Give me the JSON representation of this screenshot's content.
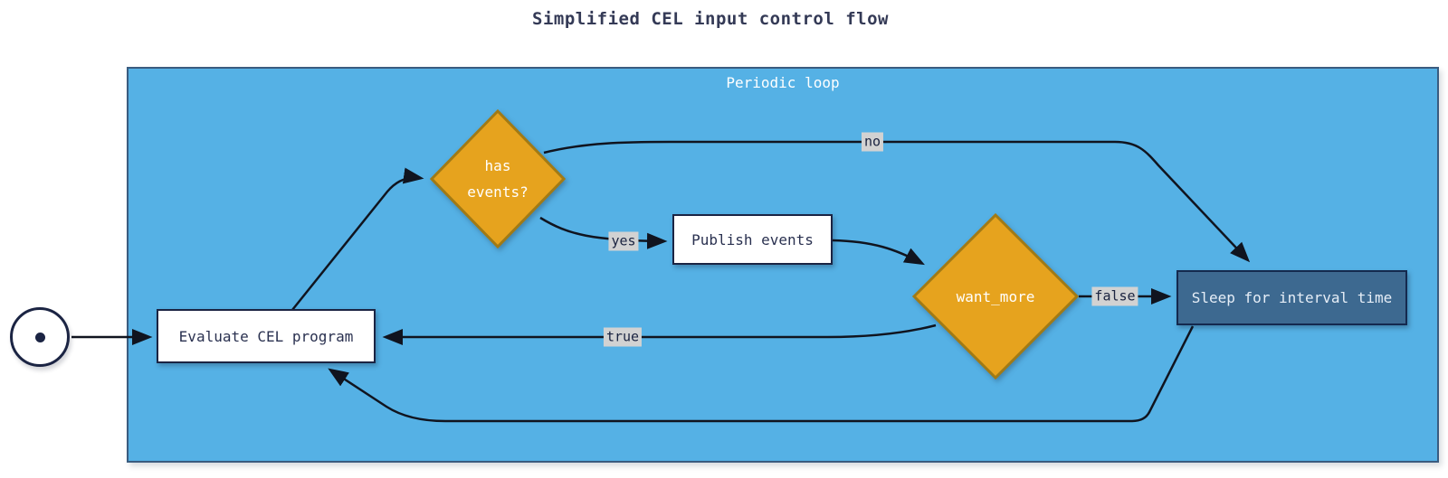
{
  "title": "Simplified CEL input control flow",
  "container": {
    "label": "Periodic loop"
  },
  "nodes": {
    "start": {
      "name": "start"
    },
    "evaluate": {
      "label": "Evaluate CEL program"
    },
    "has_events": {
      "line1": "has",
      "line2": "events?"
    },
    "publish": {
      "label": "Publish events"
    },
    "want_more": {
      "label": "want_more"
    },
    "sleep": {
      "label": "Sleep for interval time"
    }
  },
  "edge_labels": {
    "yes": "yes",
    "no": "no",
    "true": "true",
    "false": "false"
  },
  "colors": {
    "title-color": "#343A56",
    "container-fill": "#55B1E5",
    "container-border": "#3A5C80",
    "container-label": "#FFFFFF",
    "diamond-fill": "#E6A31E",
    "diamond-border": "#A17A15",
    "diamond-text": "#FFFFFF",
    "box-fill": "#FFFFFF",
    "box-border": "#1B2443",
    "box-text": "#2A3150",
    "sleep-fill": "#3D6990",
    "sleep-border": "#14294E",
    "sleep-text": "#E6EEF7",
    "edge-color": "#10141F",
    "edge-label-bg": "#D2D2D2",
    "edge-label-text": "#1A2340"
  }
}
